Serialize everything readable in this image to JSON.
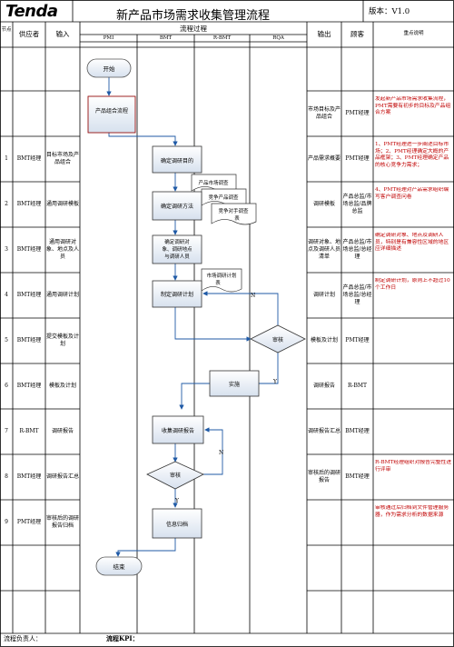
{
  "header": {
    "logo": "Tenda",
    "title": "新产品市场需求收集管理流程",
    "version": "版本：V1.0"
  },
  "columns": {
    "seq": "节点",
    "supplier": "供应者",
    "input": "输入",
    "process": "流程过程",
    "lanes": [
      "PMI",
      "BMT",
      "R-BMT",
      "RQA"
    ],
    "output": "输出",
    "customer": "顾客",
    "notes": "重点说明"
  },
  "rows": [
    {
      "no": "",
      "supplier": "",
      "input": "",
      "output": "",
      "customer": "",
      "note": ""
    },
    {
      "no": "",
      "supplier": "",
      "input": "",
      "output": "市场目标及产品组合",
      "customer": "PMT经理",
      "note": "发起新产品市场需求收集流程，PMT需要有初步的目标及产品组合方案"
    },
    {
      "no": "1",
      "supplier": "BMT经理",
      "input": "目标市场及产品组合",
      "output": "产品需求概要",
      "customer": "PMT经理",
      "note": "1、PMT经理进一步阐述目标市场；2、PMT经理确定大概的产品框架；3、PMT经理确定产品的核心竞争力需求；"
    },
    {
      "no": "2",
      "supplier": "BMT经理",
      "input": "通用调研模板",
      "output": "调研模板",
      "customer": "产品总监/市场总监/品牌总监",
      "note": "4、PMT经理对产品需求组织编写客户调查问卷"
    },
    {
      "no": "3",
      "supplier": "BMT经理",
      "input": "通用调研对象、地点及人员",
      "output": "调研对象、地点及调研人员清单",
      "customer": "产品总监/市场总监/总经理",
      "note": "确定调研对象、地点及调研人员，特别是有兼容性区域的地区应详细描述"
    },
    {
      "no": "4",
      "supplier": "BMT经理",
      "input": "通用调研计划",
      "output": "调研计划",
      "customer": "产品总监/市场总监/总经理",
      "note": "制定调研计划，原则上不超过10个工作日"
    },
    {
      "no": "5",
      "supplier": "BMT经理",
      "input": "提交模板及计划",
      "output": "模板及计划",
      "customer": "PMT经理",
      "note": ""
    },
    {
      "no": "6",
      "supplier": "BMT经理",
      "input": "模板及计划",
      "output": "调研报告",
      "customer": "R-BMT",
      "note": ""
    },
    {
      "no": "7",
      "supplier": "R-BMT",
      "input": "调研报告",
      "output": "调研报告汇总",
      "customer": "BMT经理",
      "note": ""
    },
    {
      "no": "8",
      "supplier": "BMT经理",
      "input": "调研报告汇总",
      "output": "审核后的调研报告",
      "customer": "BMT经理",
      "note": "R-BMT经理组织对报告完整性进行评审"
    },
    {
      "no": "9",
      "supplier": "PMT经理",
      "input": "审核后的调研报告归档",
      "output": "",
      "customer": "",
      "note": "审核通过后归档到文件管理服务器，作为需求分析的数据来源"
    },
    {
      "no": "",
      "supplier": "",
      "input": "",
      "output": "",
      "customer": "",
      "note": ""
    },
    {
      "no": "",
      "supplier": "",
      "input": "",
      "output": "",
      "customer": "",
      "note": ""
    }
  ],
  "flow": {
    "start": "开始",
    "portfolio": "产品组合流程",
    "step1": "确定调研目的",
    "step2": "确定调研方法",
    "step3_l1": "确定调研对",
    "step3_l2": "象、调研地点",
    "step3_l3": "与调研人员",
    "step4": "制定调研计划",
    "review1": "审核",
    "execute": "实施",
    "collect": "收集调研报告",
    "review2": "审核",
    "archive": "信息归档",
    "end": "结束",
    "doc_a": "产品市场调查",
    "doc_b": "竞争产品调查",
    "doc_c1": "竞争对手调查",
    "doc_c2": "表",
    "doc_plan1": "市场调研计划",
    "doc_plan2": "表",
    "lbl_n1": "N",
    "lbl_y1": "Y",
    "lbl_n2": "N",
    "lbl_y2": "Y"
  },
  "footer": {
    "owner": "流程负责人：",
    "kpi": "流程KPI："
  }
}
